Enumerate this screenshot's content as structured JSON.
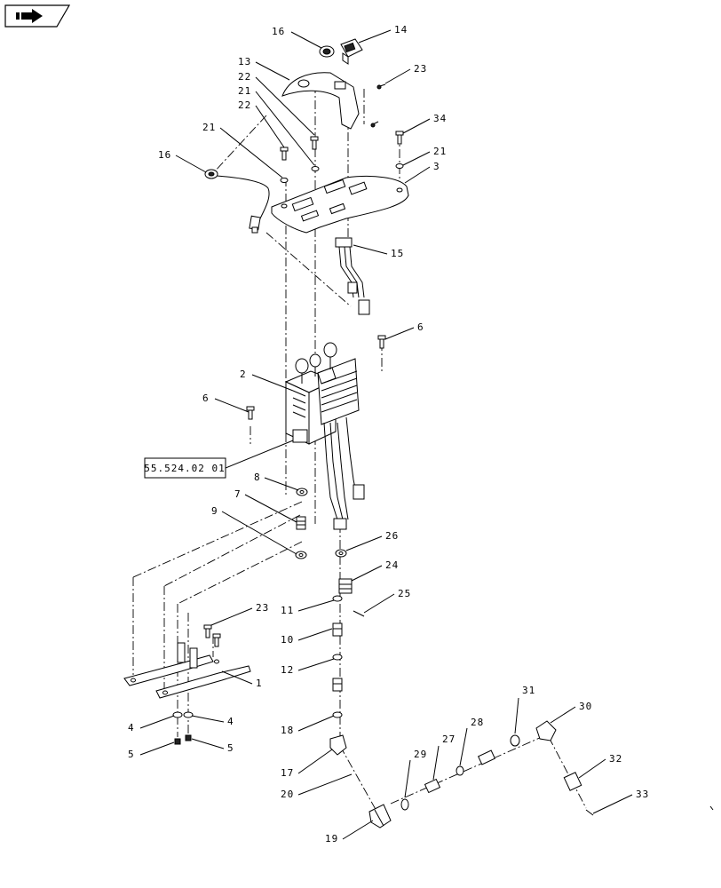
{
  "reference_box": {
    "label": "55.524.02 01"
  },
  "nav_icon": "forward-page-icon",
  "callouts": [
    "16",
    "14",
    "13",
    "22",
    "21",
    "22",
    "23",
    "34",
    "21",
    "21",
    "3",
    "16",
    "15",
    "6",
    "2",
    "6",
    "55.524.02 01",
    "8",
    "7",
    "9",
    "26",
    "24",
    "25",
    "11",
    "23",
    "10",
    "12",
    "1",
    "4",
    "4",
    "18",
    "5",
    "5",
    "31",
    "30",
    "28",
    "27",
    "29",
    "17",
    "32",
    "20",
    "33",
    "19"
  ]
}
